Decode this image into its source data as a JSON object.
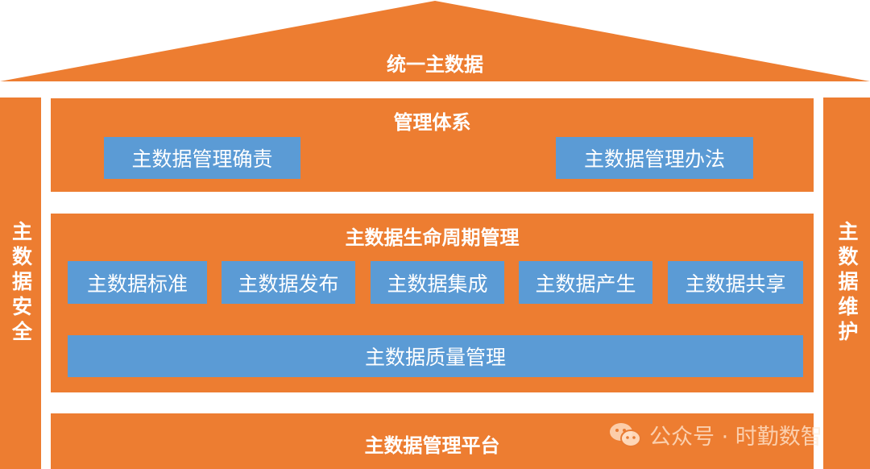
{
  "roof": {
    "title": "统一主数据"
  },
  "left_pillar": {
    "label": "主数据安全"
  },
  "right_pillar": {
    "label": "主数据维护"
  },
  "management": {
    "title": "管理体系",
    "items": [
      "主数据管理确责",
      "主数据管理办法"
    ]
  },
  "lifecycle": {
    "title": "主数据生命周期管理",
    "items": [
      "主数据标准",
      "主数据发布",
      "主数据集成",
      "主数据产生",
      "主数据共享"
    ],
    "quality": "主数据质量管理"
  },
  "platform": {
    "title": "主数据管理平台"
  },
  "watermark": {
    "text": "公众号 · 时勤数智",
    "icon": "wechat-icon"
  },
  "colors": {
    "orange": "#ED7D31",
    "blue": "#5B9BD5"
  }
}
